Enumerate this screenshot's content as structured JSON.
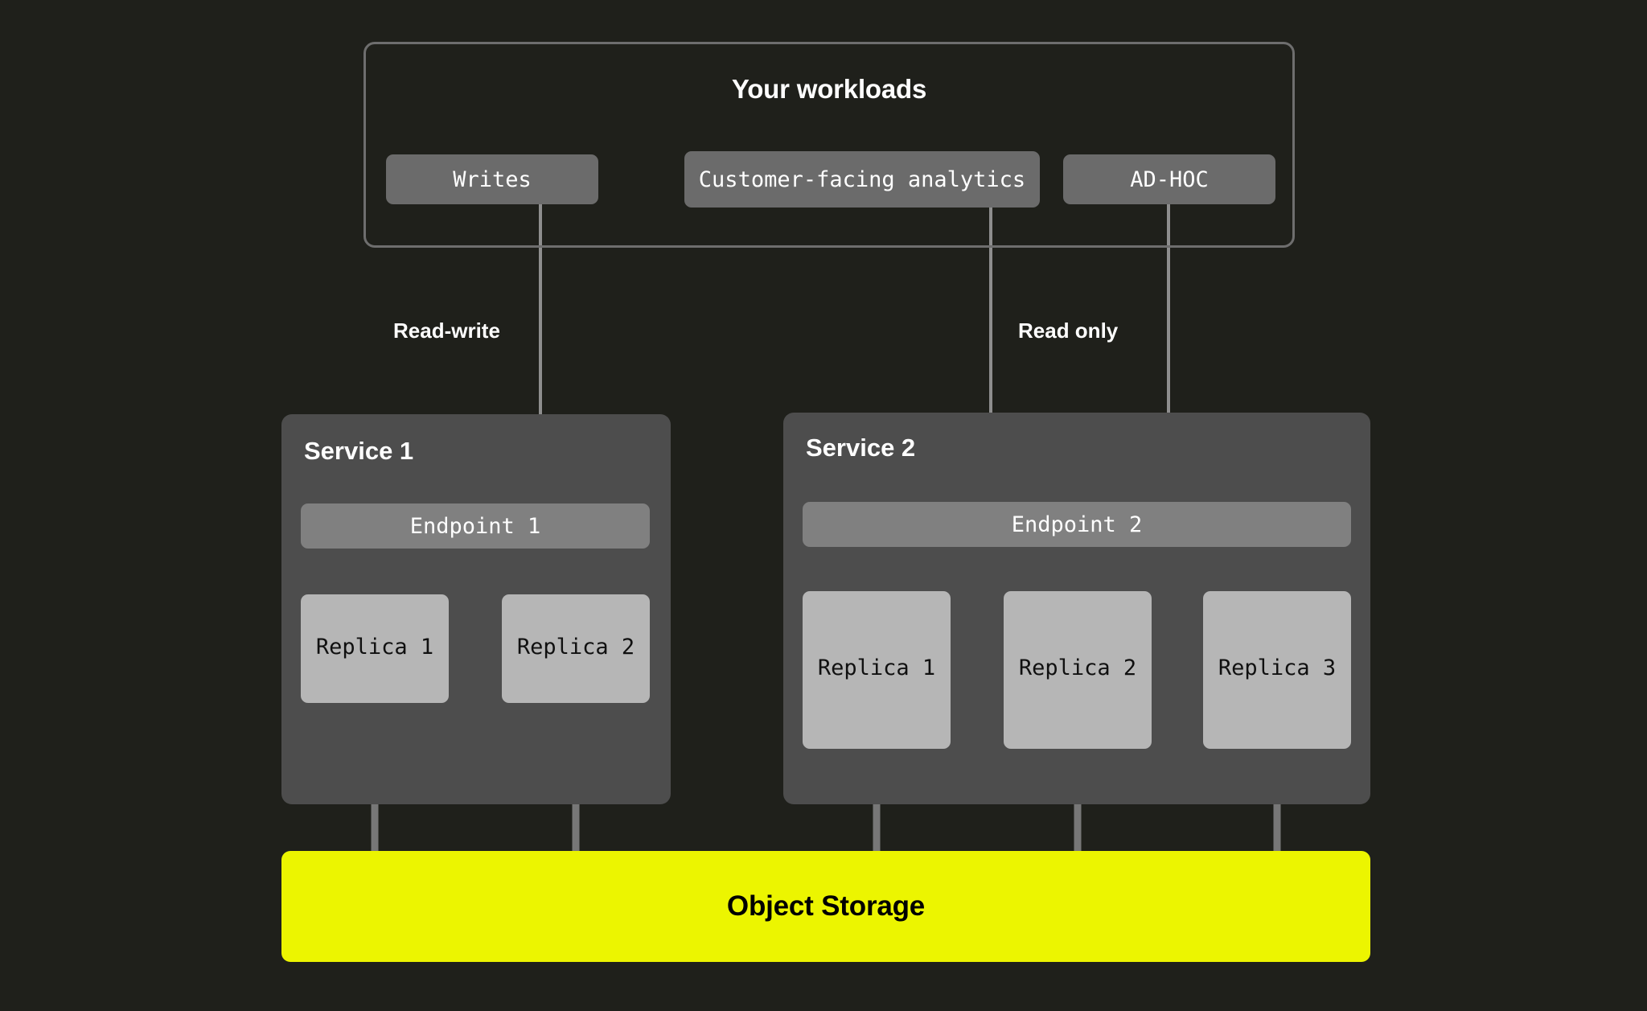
{
  "colors": {
    "background": "#1f201b",
    "panel": "#4d4d4d",
    "endpoint": "#808080",
    "replica": "#b6b6b6",
    "button": "#6b6b6b",
    "connector": "#6e6e6e",
    "accent_storage": "#ecf500",
    "text_light": "#ffffff",
    "text_dark": "#000000"
  },
  "workloads": {
    "title": "Your workloads",
    "buttons": [
      {
        "label": "Writes"
      },
      {
        "label": "Customer-facing analytics"
      },
      {
        "label": "AD-HOC"
      }
    ]
  },
  "edge_labels": {
    "read_write": "Read-write",
    "read_only": "Read only"
  },
  "services": [
    {
      "title": "Service 1",
      "endpoint": "Endpoint 1",
      "replicas": [
        {
          "label": "Replica 1"
        },
        {
          "label": "Replica 2"
        }
      ]
    },
    {
      "title": "Service 2",
      "endpoint": "Endpoint 2",
      "replicas": [
        {
          "label": "Replica 1"
        },
        {
          "label": "Replica 2"
        },
        {
          "label": "Replica 3"
        }
      ]
    }
  ],
  "storage": {
    "label": "Object Storage"
  }
}
